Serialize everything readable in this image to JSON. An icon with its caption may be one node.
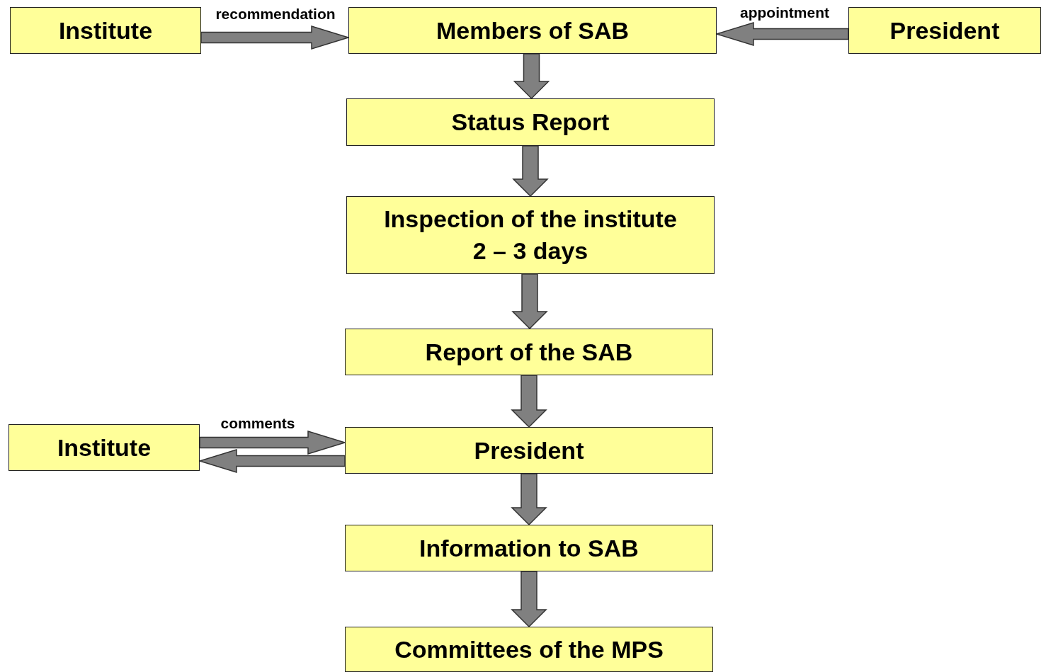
{
  "diagram": {
    "nodes": [
      {
        "text": [
          "Institute"
        ]
      },
      {
        "text": [
          "Members of SAB"
        ]
      },
      {
        "text": [
          "President"
        ]
      },
      {
        "text": [
          "Status Report"
        ]
      },
      {
        "text": [
          "Inspection of the institute",
          "2 – 3 days"
        ]
      },
      {
        "text": [
          "Report of the SAB"
        ]
      },
      {
        "text": [
          "Institute"
        ]
      },
      {
        "text": [
          "President"
        ]
      },
      {
        "text": [
          "Information to SAB"
        ]
      },
      {
        "text": [
          "Committees of the MPS"
        ]
      }
    ],
    "edges": [
      {
        "from": 0,
        "to": 1,
        "arrow": "to",
        "label": "recommendation"
      },
      {
        "from": 2,
        "to": 1,
        "arrow": "to",
        "label": "appointment"
      },
      {
        "from": 1,
        "to": 3,
        "arrow": "to"
      },
      {
        "from": 3,
        "to": 4,
        "arrow": "to"
      },
      {
        "from": 4,
        "to": 5,
        "arrow": "to"
      },
      {
        "from": 5,
        "to": 7,
        "arrow": "to"
      },
      {
        "from": 6,
        "to": 7,
        "arrow": "to",
        "label": "comments"
      },
      {
        "from": 7,
        "to": 6,
        "arrow": "to"
      },
      {
        "from": 7,
        "to": 8,
        "arrow": "to"
      },
      {
        "from": 8,
        "to": 9,
        "arrow": "to"
      }
    ]
  }
}
